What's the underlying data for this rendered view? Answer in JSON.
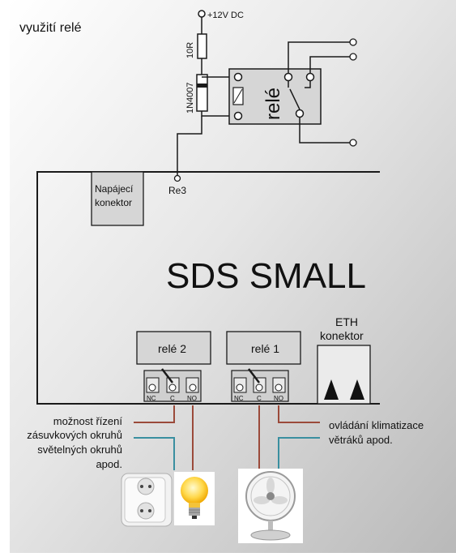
{
  "diagram": {
    "heading": "využití relé",
    "supply_label": "+12V DC",
    "resistor_label": "10R",
    "diode_label": "1N4007",
    "relay_label": "relé",
    "connector_box": {
      "line1": "Napájecí",
      "line2": "konektor"
    },
    "re3_label": "Re3",
    "board_title": "SDS SMALL",
    "relay2_label": "relé 2",
    "relay1_label": "relé 1",
    "eth": {
      "line1": "ETH",
      "line2": "konektor"
    },
    "terminals": {
      "nc": "NC",
      "c": "C",
      "no": "NO"
    },
    "left_note": [
      "možnost řízení",
      "zásuvkových okruhů",
      "světelných okruhů",
      "apod."
    ],
    "right_note": [
      "ovládání klimatizace",
      "větráků apod."
    ],
    "icons": [
      "power-socket-icon",
      "light-bulb-icon",
      "fan-icon"
    ],
    "colors": {
      "wire_brown": "#9b4a3a",
      "wire_teal": "#3a8fa0",
      "line": "#1a1a1a"
    }
  }
}
